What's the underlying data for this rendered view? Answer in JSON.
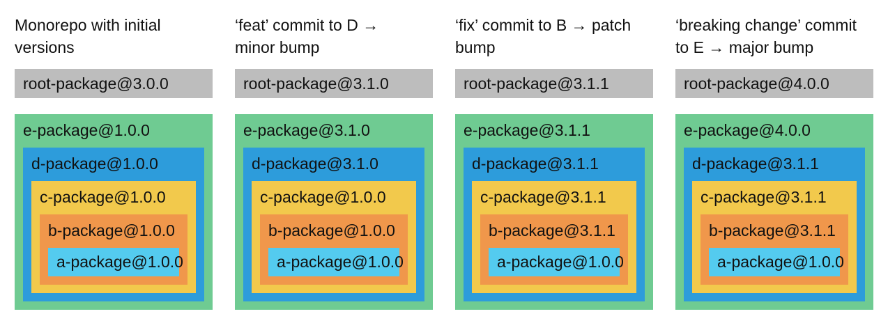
{
  "colors": {
    "root_gray": "#BDBDBD",
    "e_green": "#6FCB92",
    "d_blue": "#2D9CDB",
    "c_yellow": "#F2C94C",
    "b_orange": "#F0974B",
    "a_cyan": "#54CBEF",
    "text": "#111111",
    "background": "#FFFFFF"
  },
  "columns": [
    {
      "title": [
        "Monorepo with initial",
        "versions"
      ],
      "root": "root-package@3.0.0",
      "packages": [
        "e-package@1.0.0",
        "d-package@1.0.0",
        "c-package@1.0.0",
        "b-package@1.0.0",
        "a-package@1.0.0"
      ]
    },
    {
      "title": [
        "‘feat’ commit to D →",
        "minor bump"
      ],
      "root": "root-package@3.1.0",
      "packages": [
        "e-package@3.1.0",
        "d-package@3.1.0",
        "c-package@1.0.0",
        "b-package@1.0.0",
        "a-package@1.0.0"
      ]
    },
    {
      "title": [
        "‘fix’ commit to B → patch",
        "bump"
      ],
      "root": "root-package@3.1.1",
      "packages": [
        "e-package@3.1.1",
        "d-package@3.1.1",
        "c-package@3.1.1",
        "b-package@3.1.1",
        "a-package@1.0.0"
      ]
    },
    {
      "title": [
        "‘breaking change’ commit",
        "to E → major bump"
      ],
      "root": "root-package@4.0.0",
      "packages": [
        "e-package@4.0.0",
        "d-package@3.1.1",
        "c-package@3.1.1",
        "b-package@3.1.1",
        "a-package@1.0.0"
      ]
    }
  ]
}
